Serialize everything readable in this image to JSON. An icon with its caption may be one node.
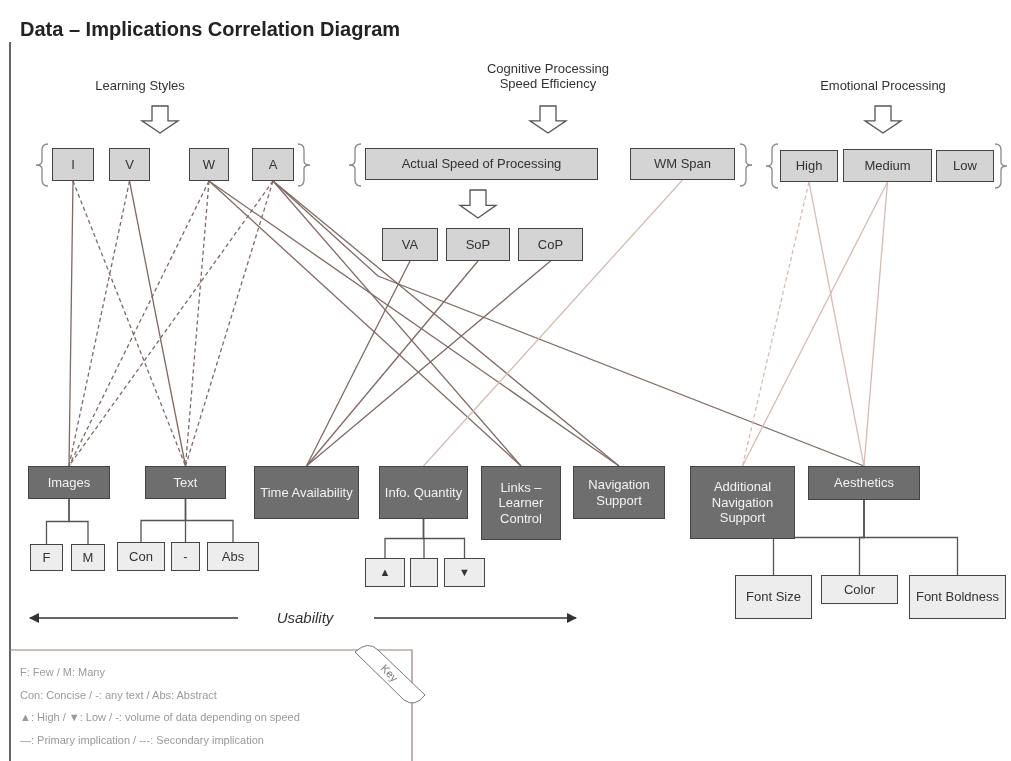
{
  "diagram": {
    "title": "Data – Implications Correlation Diagram",
    "nodes": [
      {
        "text": [
          "I"
        ]
      },
      {
        "text": [
          "V"
        ]
      },
      {
        "text": [
          "W"
        ]
      },
      {
        "text": [
          "A"
        ]
      },
      {
        "text": [
          "Actual Speed of Processing"
        ]
      },
      {
        "text": [
          "WM Span"
        ]
      },
      {
        "text": [
          "High"
        ]
      },
      {
        "text": [
          "Medium"
        ]
      },
      {
        "text": [
          "Low"
        ]
      },
      {
        "text": [
          "VA"
        ]
      },
      {
        "text": [
          "SoP"
        ]
      },
      {
        "text": [
          "CoP"
        ]
      },
      {
        "text": [
          "Images"
        ]
      },
      {
        "text": [
          "Text"
        ]
      },
      {
        "text": [
          "Time Availability"
        ]
      },
      {
        "text": [
          "Info. Quantity"
        ]
      },
      {
        "text": [
          "Links – Learner Control"
        ]
      },
      {
        "text": [
          "Navigation Support"
        ]
      },
      {
        "text": [
          "Additional Navigation Support"
        ]
      },
      {
        "text": [
          "Aesthetics"
        ]
      },
      {
        "text": [
          "F"
        ]
      },
      {
        "text": [
          "M"
        ]
      },
      {
        "text": [
          "Con"
        ]
      },
      {
        "text": [
          "-"
        ]
      },
      {
        "text": [
          "Abs"
        ]
      },
      {
        "text": [
          "▲"
        ]
      },
      {
        "text": [],
        "shape": "box"
      },
      {
        "text": [
          "▼"
        ]
      },
      {
        "text": [
          "Font Size"
        ]
      },
      {
        "text": [
          "Color"
        ]
      },
      {
        "text": [
          "Font Boldness"
        ]
      }
    ],
    "edges": [
      {
        "from": 4,
        "to": 10,
        "arrow": "to",
        "style": "thick"
      },
      {
        "from": 0,
        "to": 12,
        "arrow": "none"
      },
      {
        "from": 0,
        "to": 13,
        "arrow": "none",
        "style": "dashed"
      },
      {
        "from": 1,
        "to": 12,
        "arrow": "none",
        "style": "dashed"
      },
      {
        "from": 1,
        "to": 13,
        "arrow": "none"
      },
      {
        "from": 2,
        "to": 12,
        "arrow": "none",
        "style": "dashed"
      },
      {
        "from": 2,
        "to": 13,
        "arrow": "none",
        "style": "dashed"
      },
      {
        "from": 2,
        "to": 16,
        "arrow": "none"
      },
      {
        "from": 2,
        "to": 17,
        "arrow": "none"
      },
      {
        "from": 3,
        "to": 12,
        "arrow": "none",
        "style": "dashed"
      },
      {
        "from": 3,
        "to": 13,
        "arrow": "none",
        "style": "dashed"
      },
      {
        "from": 3,
        "to": 16,
        "arrow": "none"
      },
      {
        "from": 3,
        "to": 17,
        "arrow": "none"
      },
      {
        "from": 3,
        "to": 19,
        "arrow": "none"
      },
      {
        "from": 9,
        "to": 14,
        "arrow": "none"
      },
      {
        "from": 10,
        "to": 14,
        "arrow": "none"
      },
      {
        "from": 11,
        "to": 14,
        "arrow": "none"
      },
      {
        "from": 5,
        "to": 15,
        "arrow": "none",
        "color": "#d2bcb6"
      },
      {
        "from": 6,
        "to": 18,
        "arrow": "none",
        "style": "dashed",
        "color": "#d2bcb6"
      },
      {
        "from": 6,
        "to": 19,
        "arrow": "none",
        "color": "#d2bcb6"
      },
      {
        "from": 7,
        "to": 18,
        "arrow": "none",
        "color": "#d2bcb6"
      },
      {
        "from": 7,
        "to": 19,
        "arrow": "none",
        "color": "#d2bcb6"
      },
      {
        "from": 12,
        "to": 20,
        "arrow": "none",
        "color": "#555555"
      },
      {
        "from": 12,
        "to": 21,
        "arrow": "none",
        "color": "#555555"
      },
      {
        "from": 13,
        "to": 22,
        "arrow": "none",
        "color": "#555555"
      },
      {
        "from": 13,
        "to": 23,
        "arrow": "none",
        "color": "#555555"
      },
      {
        "from": 13,
        "to": 24,
        "arrow": "none",
        "color": "#555555"
      },
      {
        "from": 15,
        "to": 25,
        "arrow": "none",
        "color": "#555555"
      },
      {
        "from": 15,
        "to": 26,
        "arrow": "none",
        "color": "#555555"
      },
      {
        "from": 15,
        "to": 27,
        "arrow": "none",
        "color": "#555555"
      },
      {
        "from": 19,
        "to": 28,
        "arrow": "none",
        "color": "#555555"
      },
      {
        "from": 19,
        "to": 29,
        "arrow": "none",
        "color": "#555555"
      },
      {
        "from": 19,
        "to": 30,
        "arrow": "none",
        "color": "#555555"
      }
    ],
    "labels": [
      "Learning Styles",
      "Cognitive Processing Speed Efficiency",
      "Emotional Processing",
      "Usability",
      "Key",
      "F: Few / M: Many",
      "Con: Concise / -: any text / Abs: Abstract",
      "▲: High / ▼: Low / -: volume of data depending on speed",
      "—: Primary implication / ---: Secondary implication"
    ]
  }
}
